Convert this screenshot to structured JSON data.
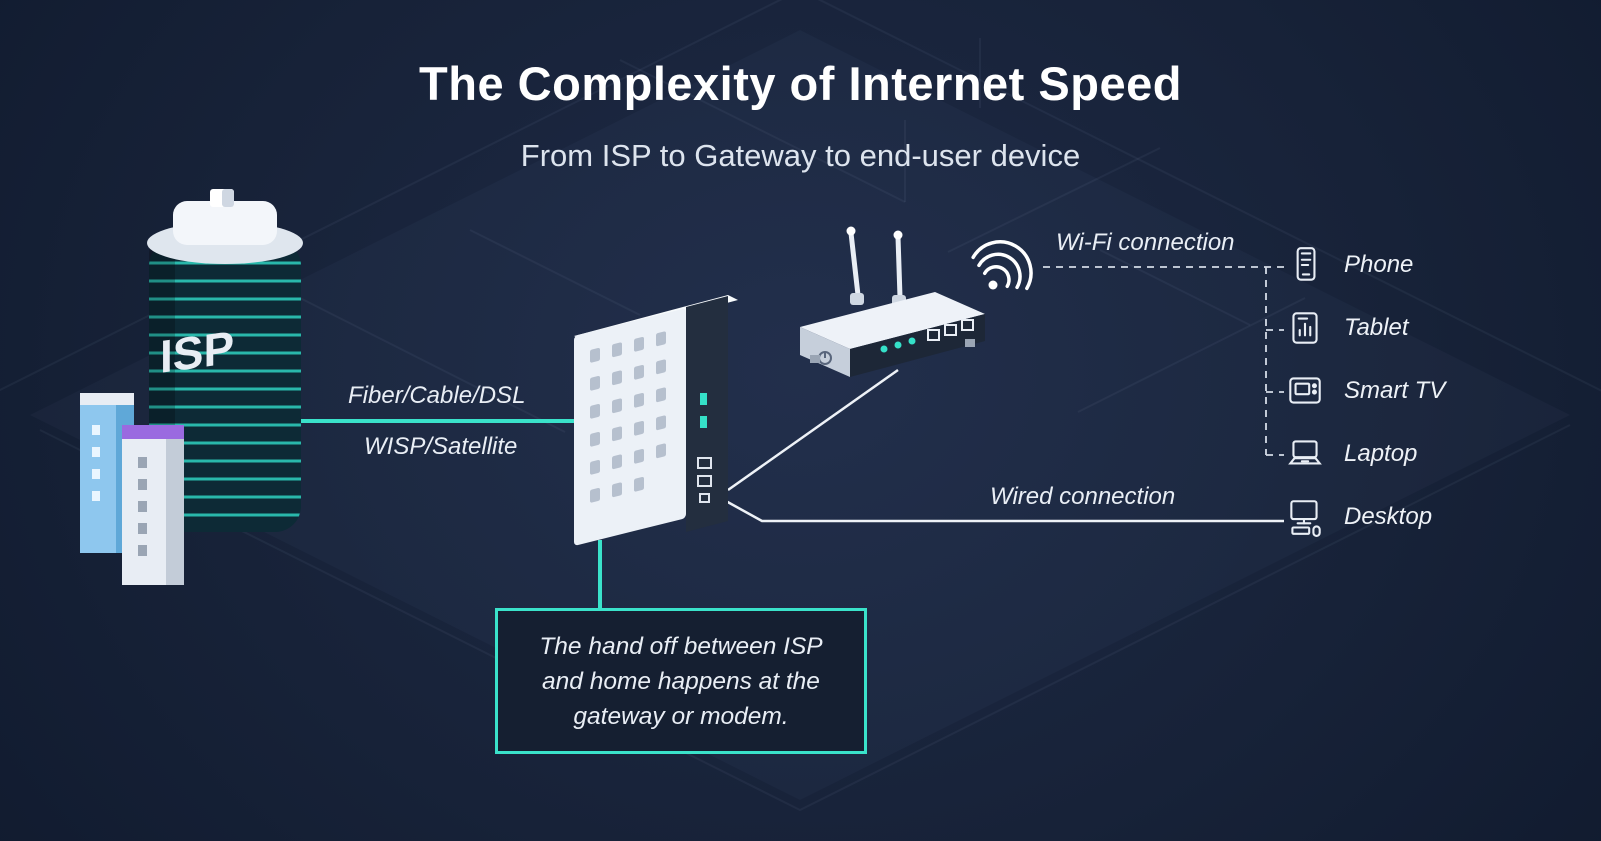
{
  "title": "The Complexity of Internet Speed",
  "subtitle": "From ISP to Gateway to end-user device",
  "isp_building": {
    "label": "ISP"
  },
  "link_labels": {
    "fiber": "Fiber/Cable/DSL",
    "wisp": "WISP/Satellite",
    "wifi": "Wi-Fi connection",
    "wired": "Wired connection"
  },
  "devices": [
    {
      "label": "Phone",
      "icon": "phone-icon"
    },
    {
      "label": "Tablet",
      "icon": "tablet-icon"
    },
    {
      "label": "Smart TV",
      "icon": "smart-tv-icon"
    },
    {
      "label": "Laptop",
      "icon": "laptop-icon"
    },
    {
      "label": "Desktop",
      "icon": "desktop-icon"
    }
  ],
  "callout": {
    "text": "The hand off between ISP and home happens at the gateway or modem."
  },
  "colors": {
    "background": "#101a2e",
    "accent": "#3ae2ca",
    "text": "#ffffff",
    "purple_accent": "#9a6ae0",
    "blue_building": "#8ec7ee"
  }
}
